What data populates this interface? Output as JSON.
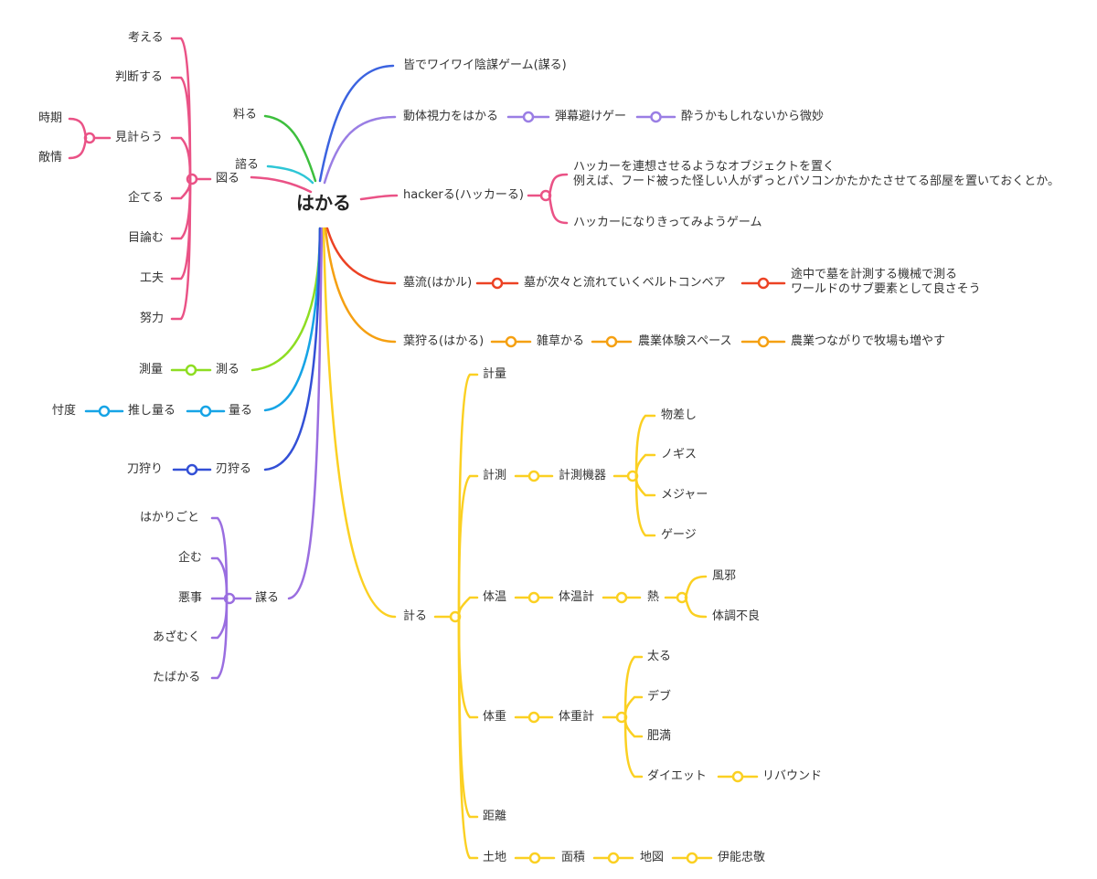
{
  "root": {
    "label": "はかる"
  },
  "colors": {
    "pink": "#ea5286",
    "green": "#3dbf3d",
    "cyan": "#2ec6d6",
    "blue": "#3b63e0",
    "purple": "#9a7ee4",
    "red": "#ec4224",
    "orange": "#f5a012",
    "yellow": "#fbd022",
    "lime": "#8edd22",
    "sky": "#16a4e6",
    "navy": "#3350d6",
    "violet": "#9a6ee0"
  },
  "left_branches": [
    {
      "id": "zuru",
      "label": "図る",
      "color": "pink",
      "children": [
        {
          "label": "考える"
        },
        {
          "label": "判断する"
        },
        {
          "label": "見計らう",
          "children": [
            {
              "label": "時期"
            },
            {
              "label": "敵情"
            }
          ]
        },
        {
          "label": "企てる"
        },
        {
          "label": "目論む"
        },
        {
          "label": "工夫"
        },
        {
          "label": "努力"
        }
      ]
    },
    {
      "id": "ryoru",
      "label": "料る",
      "color": "green",
      "children": []
    },
    {
      "id": "hakaru_shi",
      "label": "諮る",
      "color": "cyan",
      "children": []
    },
    {
      "id": "hakaru_sokuru",
      "label": "測る",
      "color": "lime",
      "children": [
        {
          "label": "測量"
        }
      ]
    },
    {
      "id": "hakaru_ryo",
      "label": "量る",
      "color": "sky",
      "children": [
        {
          "label": "推し量る",
          "children": [
            {
              "label": "忖度"
            }
          ]
        }
      ]
    },
    {
      "id": "jinkaru",
      "label": "刃狩る",
      "color": "navy",
      "children": [
        {
          "label": "刀狩り"
        }
      ]
    },
    {
      "id": "boru",
      "label": "謀る",
      "color": "violet",
      "children": [
        {
          "label": "はかりごと"
        },
        {
          "label": "企む"
        },
        {
          "label": "悪事"
        },
        {
          "label": "あざむく"
        },
        {
          "label": "たばかる"
        }
      ]
    }
  ],
  "right_branches": [
    {
      "label": "皆でワイワイ陰謀ゲーム(謀る)",
      "color": "blue"
    },
    {
      "label": "動体視力をはかる",
      "color": "purple",
      "chain": [
        "弾幕避けゲー",
        "酔うかもしれないから微妙"
      ]
    },
    {
      "label": "hackerる(ハッカーる)",
      "color": "pink",
      "children": [
        {
          "lines": [
            "ハッカーを連想させるようなオブジェクトを置く",
            "例えば、フード被った怪しい人がずっとパソコンかたかたさせてる部屋を置いておくとか。"
          ]
        },
        {
          "lines": [
            "ハッカーになりきってみようゲーム"
          ]
        }
      ]
    },
    {
      "label": "墓流(はかル)",
      "color": "red",
      "chain": [
        "墓が次々と流れていくベルトコンベア"
      ],
      "tail": [
        "途中で墓を計測する機械で測る",
        "ワールドのサブ要素として良さそう"
      ]
    },
    {
      "label": "葉狩る(はかる)",
      "color": "orange",
      "chain": [
        "雑草かる",
        "農業体験スペース",
        "農業つながりで牧場も増やす"
      ]
    },
    {
      "label": "計る",
      "color": "yellow",
      "children": [
        {
          "label": "計量"
        },
        {
          "label": "計測",
          "chain": [
            "計測機器"
          ],
          "children": [
            "物差し",
            "ノギス",
            "メジャー",
            "ゲージ"
          ]
        },
        {
          "label": "体温",
          "chain": [
            "体温計",
            "熱"
          ],
          "children": [
            "風邪",
            "体調不良"
          ]
        },
        {
          "label": "体重",
          "chain": [
            "体重計"
          ],
          "children": [
            "太る",
            "デブ",
            "肥満",
            "ダイエット"
          ],
          "sub": "リバウンド"
        },
        {
          "label": "距離"
        },
        {
          "label": "土地",
          "chain": [
            "面積",
            "地図",
            "伊能忠敬"
          ]
        }
      ]
    }
  ]
}
